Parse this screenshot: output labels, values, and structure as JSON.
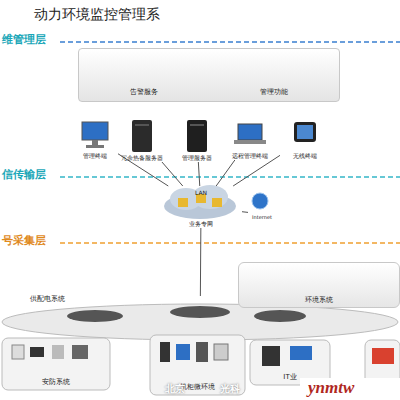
{
  "diagram": {
    "title": "动力环境监控管理系",
    "nodes": [
      {
        "text": [
          "告警服务",
          "管理功能"
        ]
      },
      {
        "text": [
          "管理终端"
        ]
      },
      {
        "text": [
          "冗余热备服务器"
        ]
      },
      {
        "text": [
          "管理服务器"
        ]
      },
      {
        "text": [
          "远程管理终端"
        ]
      },
      {
        "text": [
          "无线终端"
        ]
      },
      {
        "text": [
          "LAN",
          "业务专网"
        ]
      },
      {
        "text": [
          "Internet"
        ]
      },
      {
        "text": [
          "环境系统"
        ]
      },
      {
        "text": [
          "供配电系统"
        ]
      },
      {
        "text": [
          "安防系统"
        ],
        "in": 9
      },
      {
        "text": [
          "机柜微环境"
        ],
        "in": 9
      },
      {
        "text": [
          "IT业"
        ],
        "in": 9
      }
    ],
    "edges": [
      {
        "from": 1,
        "to": 6,
        "arrow": "none"
      },
      {
        "from": 2,
        "to": 6,
        "arrow": "none"
      },
      {
        "from": 3,
        "to": 6,
        "arrow": "none"
      },
      {
        "from": 4,
        "to": 6,
        "arrow": "none"
      },
      {
        "from": 5,
        "to": 6,
        "arrow": "none"
      },
      {
        "from": 6,
        "to": 7,
        "arrow": "none"
      },
      {
        "from": 6,
        "to": 9,
        "arrow": "none"
      }
    ],
    "labels": [
      "维管理层",
      "信传输层",
      "号采集层",
      "北京",
      "光科",
      "ynmtw"
    ]
  }
}
